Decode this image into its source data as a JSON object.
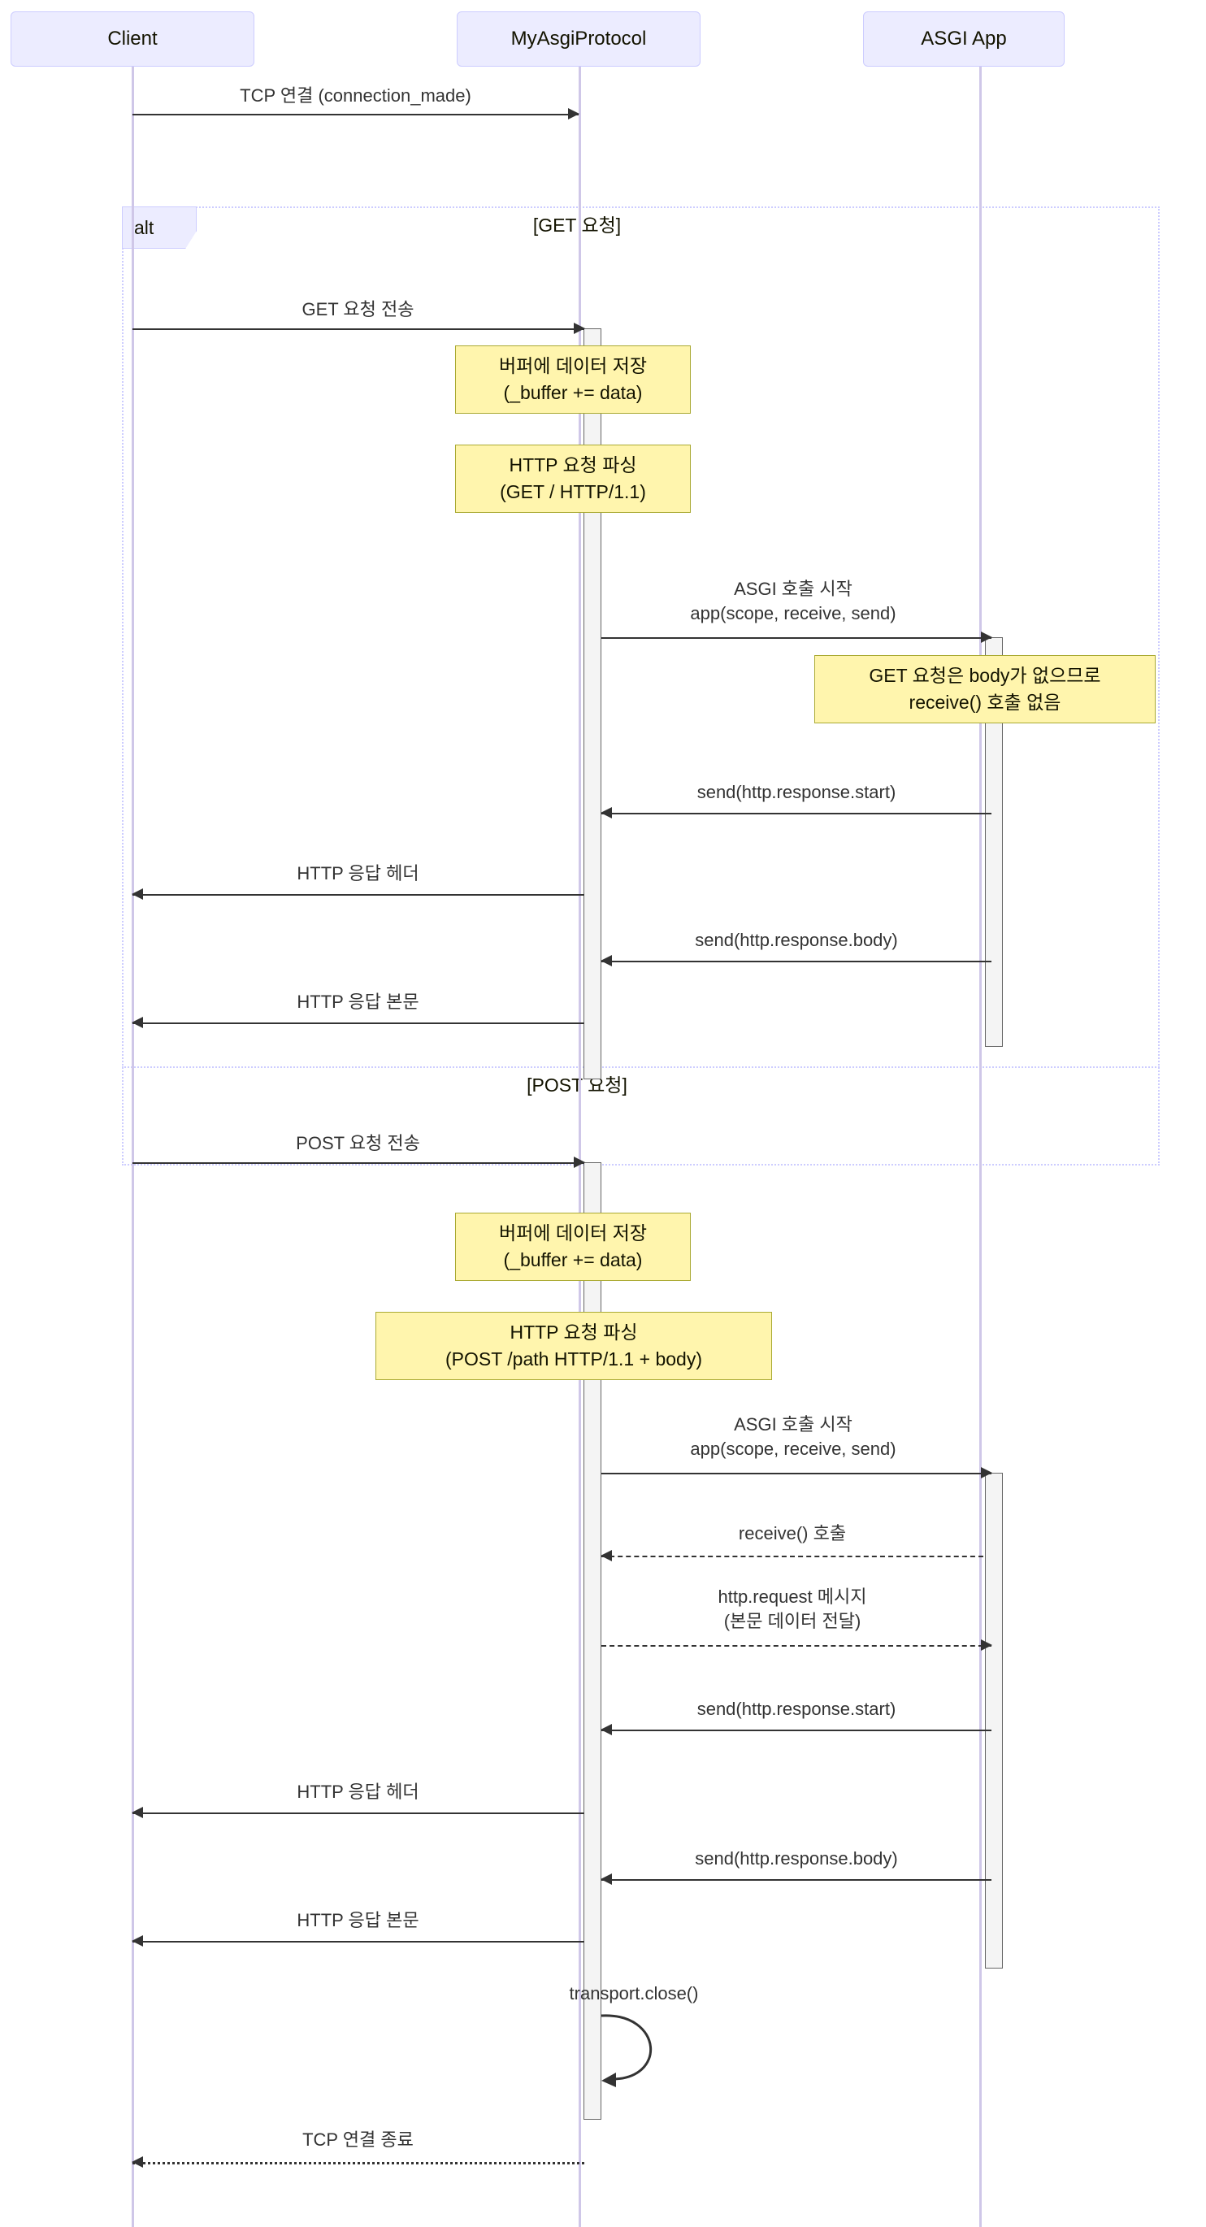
{
  "diagram": {
    "type": "sequence-diagram",
    "title": "ASGI Protocol Sequence",
    "colors": {
      "actor_fill": "#ECECFF",
      "actor_stroke": "#CCCCFF",
      "lifeline": "#CFC7E8",
      "note_fill": "#FFF5AD",
      "note_stroke": "#AAAA33",
      "arrow": "#333333",
      "activation_fill": "#F4F4F4",
      "activation_stroke": "#666666",
      "frame_stroke": "#CCCCFF",
      "background": "#FFFFFF"
    }
  },
  "participants": [
    {
      "id": "client",
      "label": "Client"
    },
    {
      "id": "protocol",
      "label": "MyAsgiProtocol"
    },
    {
      "id": "app",
      "label": "ASGI App"
    }
  ],
  "frames": [
    {
      "id": "alt-frame",
      "kind_label": "alt",
      "conditions": [
        {
          "label": "[GET 요청]"
        },
        {
          "label": "[POST 요청]"
        }
      ]
    }
  ],
  "messages": [
    {
      "id": "m1",
      "label": "TCP 연결 (connection_made)",
      "from": "client",
      "to": "protocol",
      "style": "solid",
      "direction": "right"
    },
    {
      "id": "m2",
      "label": "GET 요청 전송",
      "from": "client",
      "to": "protocol",
      "style": "solid",
      "direction": "right"
    },
    {
      "id": "m3",
      "label_line1": "ASGI 호출 시작",
      "label_line2": "app(scope, receive, send)",
      "from": "protocol",
      "to": "app",
      "style": "solid",
      "direction": "right"
    },
    {
      "id": "m4",
      "label": "send(http.response.start)",
      "from": "app",
      "to": "protocol",
      "style": "solid",
      "direction": "left"
    },
    {
      "id": "m5",
      "label": "HTTP 응답 헤더",
      "from": "protocol",
      "to": "client",
      "style": "solid",
      "direction": "left"
    },
    {
      "id": "m6",
      "label": "send(http.response.body)",
      "from": "app",
      "to": "protocol",
      "style": "solid",
      "direction": "left"
    },
    {
      "id": "m7",
      "label": "HTTP 응답 본문",
      "from": "protocol",
      "to": "client",
      "style": "solid",
      "direction": "left"
    },
    {
      "id": "m8",
      "label": "POST 요청 전송",
      "from": "client",
      "to": "protocol",
      "style": "solid",
      "direction": "right"
    },
    {
      "id": "m9",
      "label_line1": "ASGI 호출 시작",
      "label_line2": "app(scope, receive, send)",
      "from": "protocol",
      "to": "app",
      "style": "solid",
      "direction": "right"
    },
    {
      "id": "m10",
      "label": "receive() 호출",
      "from": "app",
      "to": "protocol",
      "style": "dashed",
      "direction": "left"
    },
    {
      "id": "m11",
      "label_line1": "http.request 메시지",
      "label_line2": "(본문 데이터 전달)",
      "from": "protocol",
      "to": "app",
      "style": "dashed",
      "direction": "right"
    },
    {
      "id": "m12",
      "label": "send(http.response.start)",
      "from": "app",
      "to": "protocol",
      "style": "solid",
      "direction": "left"
    },
    {
      "id": "m13",
      "label": "HTTP 응답 헤더",
      "from": "protocol",
      "to": "client",
      "style": "solid",
      "direction": "left"
    },
    {
      "id": "m14",
      "label": "send(http.response.body)",
      "from": "app",
      "to": "protocol",
      "style": "solid",
      "direction": "left"
    },
    {
      "id": "m15",
      "label": "HTTP 응답 본문",
      "from": "protocol",
      "to": "client",
      "style": "solid",
      "direction": "left"
    },
    {
      "id": "m16",
      "label": "transport.close()",
      "from": "protocol",
      "to": "protocol",
      "style": "solid",
      "direction": "self"
    },
    {
      "id": "m17",
      "label": "TCP 연결 종료",
      "from": "protocol",
      "to": "client",
      "style": "dotted",
      "direction": "left"
    }
  ],
  "notes": [
    {
      "id": "n1",
      "over": "protocol",
      "line1": "버퍼에 데이터 저장",
      "line2": "(_buffer += data)"
    },
    {
      "id": "n2",
      "over": "protocol",
      "line1": "HTTP 요청 파싱",
      "line2": "(GET / HTTP/1.1)"
    },
    {
      "id": "n3",
      "over": "app",
      "line1": "GET 요청은 body가 없으므로",
      "line2": "receive() 호출 없음"
    },
    {
      "id": "n4",
      "over": "protocol",
      "line1": "버퍼에 데이터 저장",
      "line2": "(_buffer += data)"
    },
    {
      "id": "n5",
      "over": "protocol",
      "line1": "HTTP 요청 파싱",
      "line2": "(POST /path HTTP/1.1 + body)"
    }
  ]
}
